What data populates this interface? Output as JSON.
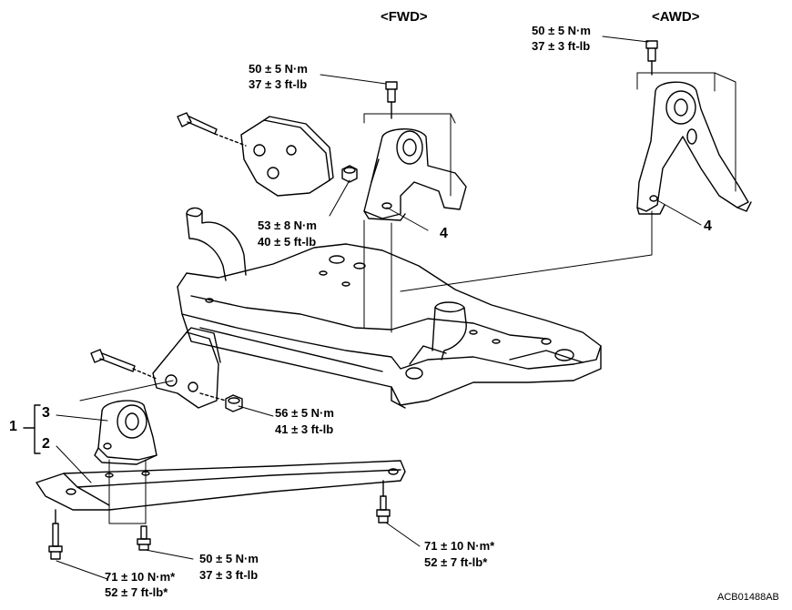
{
  "headers": {
    "fwd": "<FWD>",
    "awd": "<AWD>"
  },
  "torques": {
    "awd_top": {
      "nm": "50 ± 5 N·m",
      "ftlb": "37 ± 3 ft-lb"
    },
    "fwd_top": {
      "nm": "50 ± 5 N·m",
      "ftlb": "37 ± 3 ft-lb"
    },
    "fwd_nut": {
      "nm": "53 ± 8 N·m",
      "ftlb": "40 ± 5 ft-lb"
    },
    "left_nut": {
      "nm": "56 ± 5 N·m",
      "ftlb": "41 ± 3 ft-lb"
    },
    "right_bolt": {
      "nm": "71 ± 10 N·m*",
      "ftlb": "52 ± 7 ft-lb*"
    },
    "mid_bolt": {
      "nm": "50 ± 5 N·m",
      "ftlb": "37 ± 3 ft-lb"
    },
    "left_bolt": {
      "nm": "71 ± 10 N·m*",
      "ftlb": "52 ± 7 ft-lb*"
    }
  },
  "callouts": {
    "one": "1",
    "two": "2",
    "three": "3",
    "four_fwd": "4",
    "four_awd": "4"
  },
  "figure_id": "ACB01488AB"
}
